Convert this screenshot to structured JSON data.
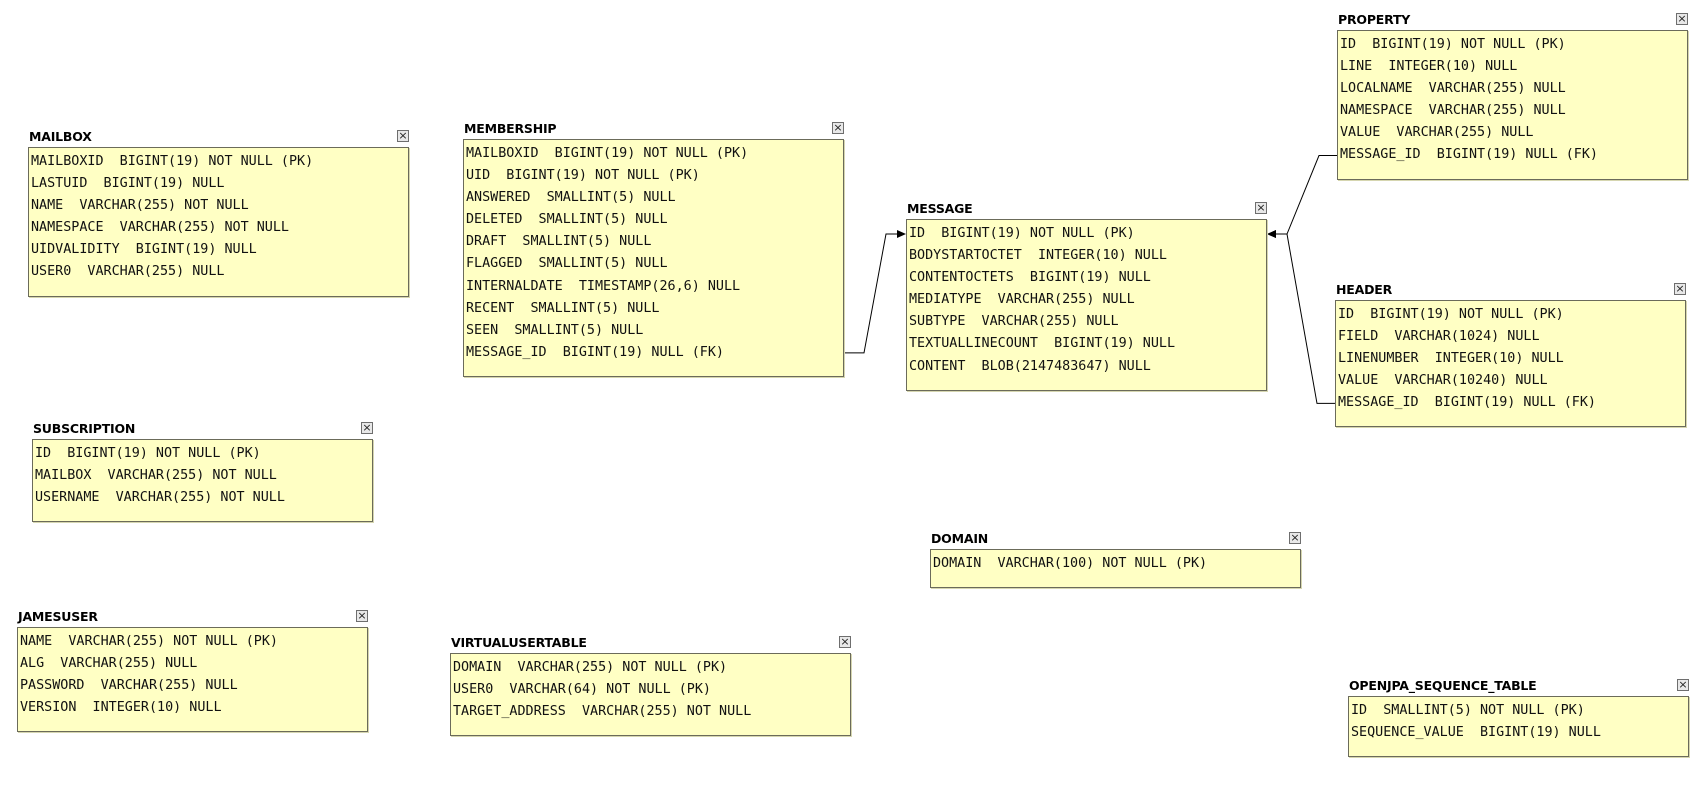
{
  "diagram": {
    "entities": [
      {
        "key": "mailbox",
        "title": "MAILBOX",
        "rows": [
          "MAILBOXID  BIGINT(19) NOT NULL (PK)",
          "LASTUID  BIGINT(19) NULL",
          "NAME  VARCHAR(255) NOT NULL",
          "NAMESPACE  VARCHAR(255) NOT NULL",
          "UIDVALIDITY  BIGINT(19) NULL",
          "USER0  VARCHAR(255) NULL"
        ]
      },
      {
        "key": "membership",
        "title": "MEMBERSHIP",
        "rows": [
          "MAILBOXID  BIGINT(19) NOT NULL (PK)",
          "UID  BIGINT(19) NOT NULL (PK)",
          "ANSWERED  SMALLINT(5) NULL",
          "DELETED  SMALLINT(5) NULL",
          "DRAFT  SMALLINT(5) NULL",
          "FLAGGED  SMALLINT(5) NULL",
          "INTERNALDATE  TIMESTAMP(26,6) NULL",
          "RECENT  SMALLINT(5) NULL",
          "SEEN  SMALLINT(5) NULL",
          "MESSAGE_ID  BIGINT(19) NULL (FK)"
        ]
      },
      {
        "key": "message",
        "title": "MESSAGE",
        "rows": [
          "ID  BIGINT(19) NOT NULL (PK)",
          "BODYSTARTOCTET  INTEGER(10) NULL",
          "CONTENTOCTETS  BIGINT(19) NULL",
          "MEDIATYPE  VARCHAR(255) NULL",
          "SUBTYPE  VARCHAR(255) NULL",
          "TEXTUALLINECOUNT  BIGINT(19) NULL",
          "CONTENT  BLOB(2147483647) NULL"
        ]
      },
      {
        "key": "property",
        "title": "PROPERTY",
        "rows": [
          "ID  BIGINT(19) NOT NULL (PK)",
          "LINE  INTEGER(10) NULL",
          "LOCALNAME  VARCHAR(255) NULL",
          "NAMESPACE  VARCHAR(255) NULL",
          "VALUE  VARCHAR(255) NULL",
          "MESSAGE_ID  BIGINT(19) NULL (FK)"
        ]
      },
      {
        "key": "header",
        "title": "HEADER",
        "rows": [
          "ID  BIGINT(19) NOT NULL (PK)",
          "FIELD  VARCHAR(1024) NULL",
          "LINENUMBER  INTEGER(10) NULL",
          "VALUE  VARCHAR(10240) NULL",
          "MESSAGE_ID  BIGINT(19) NULL (FK)"
        ]
      },
      {
        "key": "subscription",
        "title": "SUBSCRIPTION",
        "rows": [
          "ID  BIGINT(19) NOT NULL (PK)",
          "MAILBOX  VARCHAR(255) NOT NULL",
          "USERNAME  VARCHAR(255) NOT NULL"
        ]
      },
      {
        "key": "domain",
        "title": "DOMAIN",
        "rows": [
          "DOMAIN  VARCHAR(100) NOT NULL (PK)"
        ]
      },
      {
        "key": "jamesuser",
        "title": "JAMESUSER",
        "rows": [
          "NAME  VARCHAR(255) NOT NULL (PK)",
          "ALG  VARCHAR(255) NULL",
          "PASSWORD  VARCHAR(255) NULL",
          "VERSION  INTEGER(10) NULL"
        ]
      },
      {
        "key": "virtualusertable",
        "title": "VIRTUALUSERTABLE",
        "rows": [
          "DOMAIN  VARCHAR(255) NOT NULL (PK)",
          "USER0  VARCHAR(64) NOT NULL (PK)",
          "TARGET_ADDRESS  VARCHAR(255) NOT NULL"
        ]
      },
      {
        "key": "openjpa",
        "title": "OPENJPA_SEQUENCE_TABLE",
        "rows": [
          "ID  SMALLINT(5) NOT NULL (PK)",
          "SEQUENCE_VALUE  BIGINT(19) NULL"
        ]
      }
    ],
    "relations": [
      {
        "from": "membership",
        "from_row": 9,
        "to": "message",
        "to_row": 0
      },
      {
        "from": "property",
        "from_row": 5,
        "to": "message",
        "to_row": 0
      },
      {
        "from": "header",
        "from_row": 4,
        "to": "message",
        "to_row": 0
      }
    ],
    "colors": {
      "table_fill": "#ffffc4",
      "table_border": "#6b6b5a",
      "connector": "#000000"
    }
  }
}
